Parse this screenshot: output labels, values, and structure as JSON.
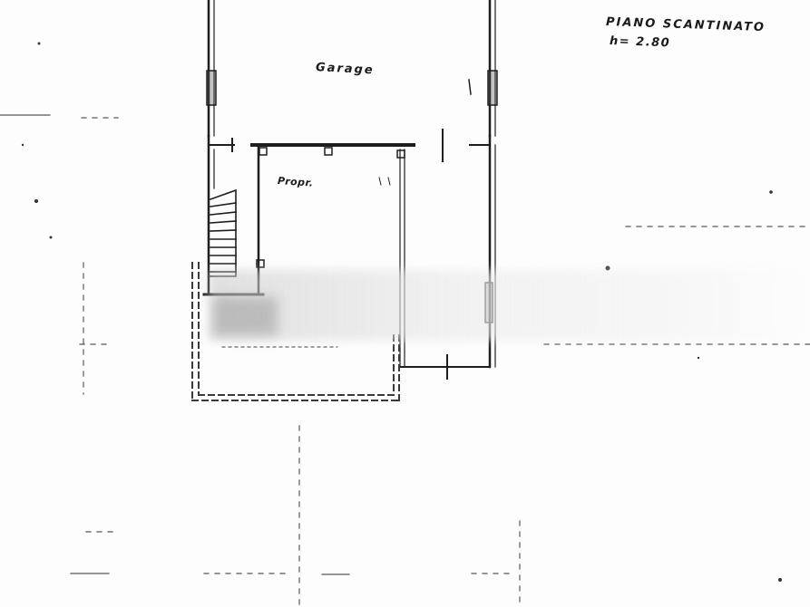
{
  "header": {
    "title": "PIANO SCANTINATO",
    "height_note": "h= 2.80"
  },
  "rooms": {
    "garage": "Garage",
    "prop": "Propr."
  },
  "colors": {
    "ink": "#1e1e1e",
    "paper": "#fdfdfd",
    "dashed": "#3a3a3a"
  }
}
